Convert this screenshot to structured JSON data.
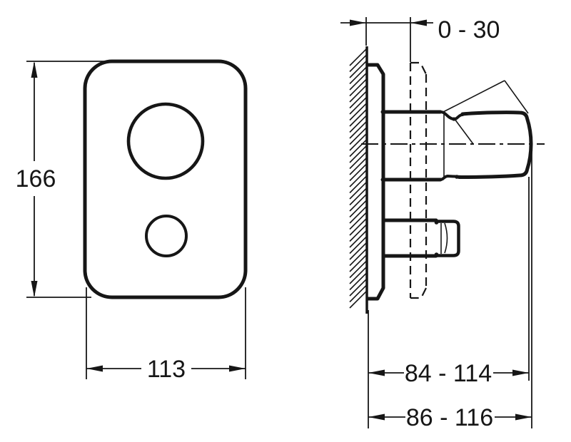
{
  "colors": {
    "background": "#ffffff",
    "line": "#161616"
  },
  "front_view": {
    "dimensions": {
      "height": "166",
      "width": "113"
    }
  },
  "side_view": {
    "dimensions": {
      "wall_adjust_range": "0 - 30",
      "depth_body_range": "84 - 114",
      "depth_total_range": "86 - 116"
    }
  }
}
